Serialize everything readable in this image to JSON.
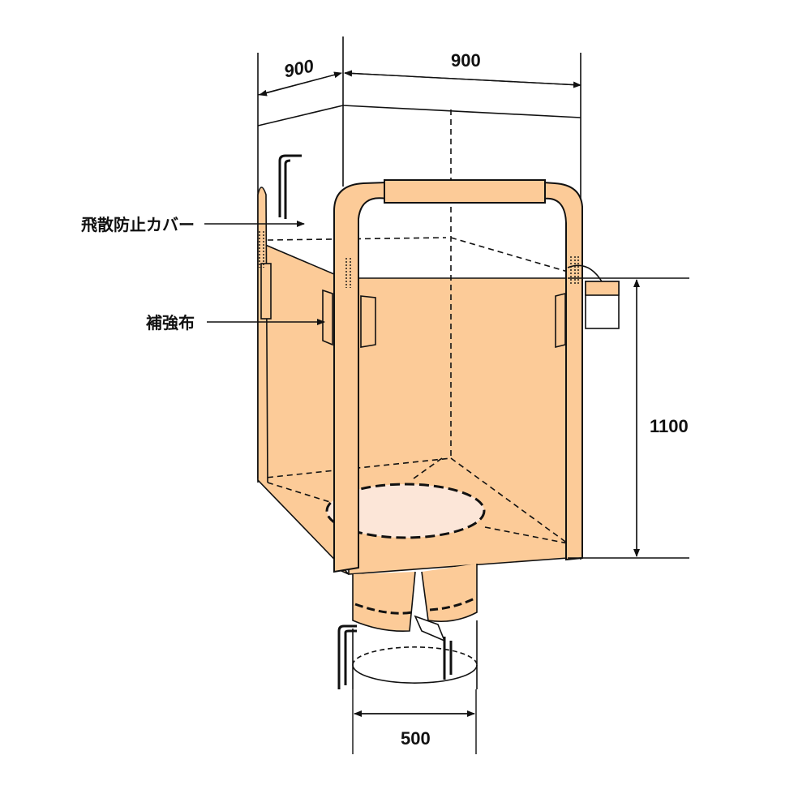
{
  "colors": {
    "bag": "#FCCB98",
    "opening": "#FCE6D8",
    "line": "#111111"
  },
  "dimensions": {
    "top_depth": "900",
    "top_width": "900",
    "height": "1100",
    "spout_diameter": "500"
  },
  "labels": {
    "dust_cover": "飛散防止カバー",
    "reinforcement": "補強布"
  }
}
